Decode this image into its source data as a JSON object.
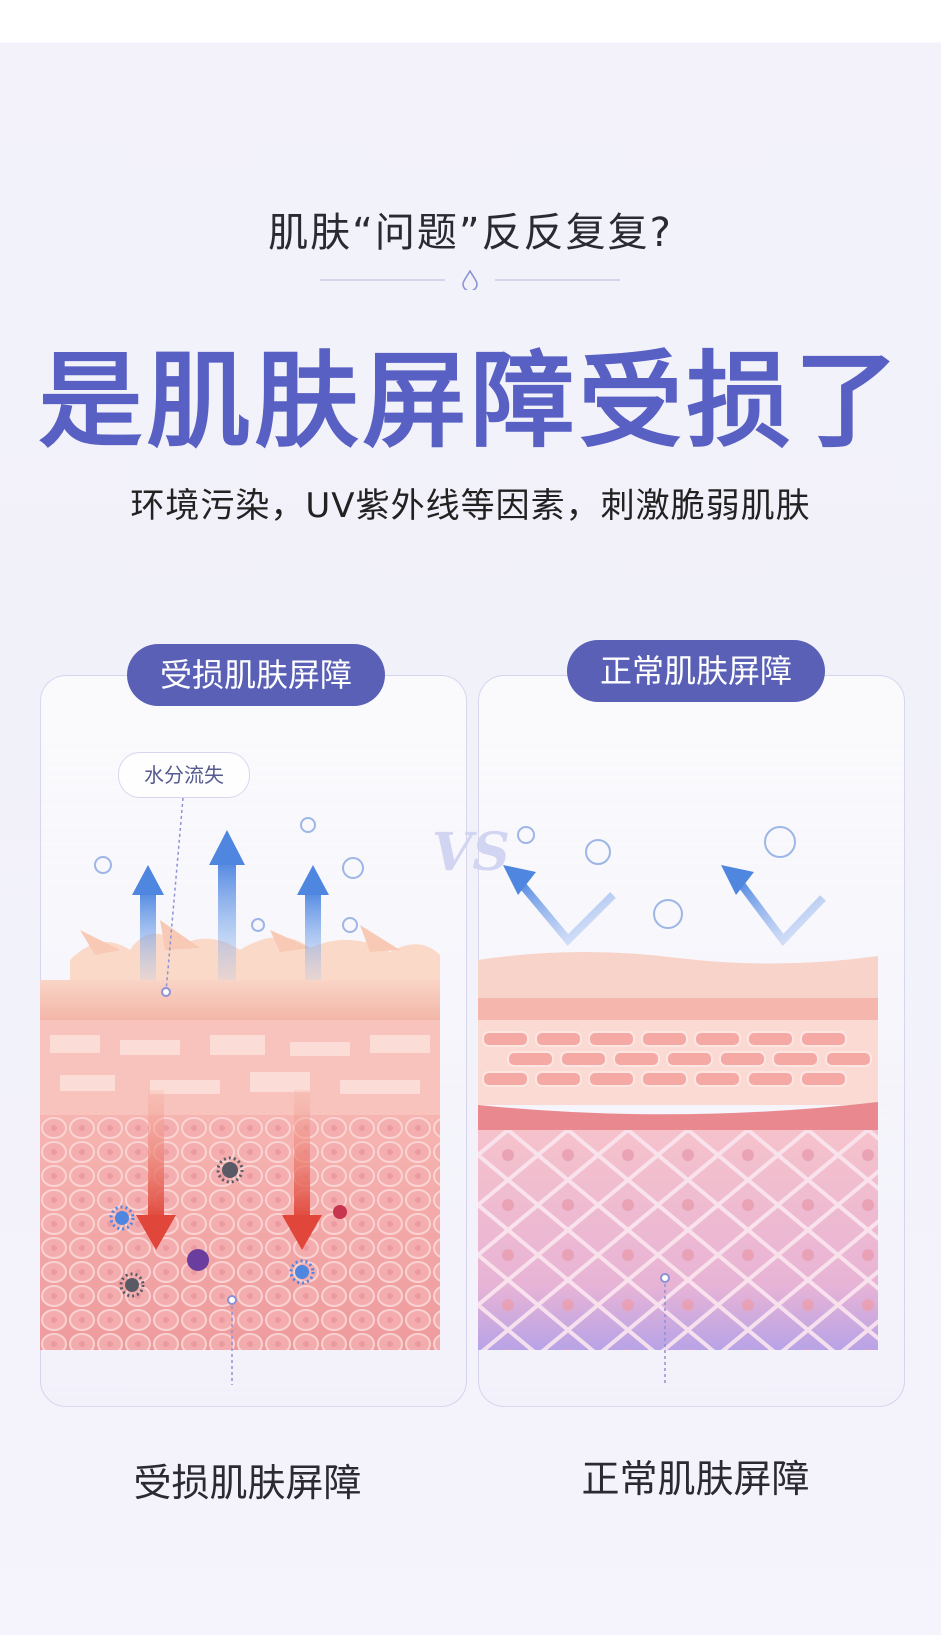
{
  "header": {
    "question": "肌肤“问题”反反复复?",
    "headline": "是肌肤屏障受损了",
    "subtitle": "环境污染，UV紫外线等因素，刺激脆弱肌肤"
  },
  "comparison": {
    "left": {
      "badge": "受损肌肤屏障",
      "callout": "水分流失",
      "caption": "受损肌肤屏障"
    },
    "vs_label": "VS",
    "right": {
      "badge": "正常肌肤屏障",
      "caption": "正常肌肤屏障"
    }
  },
  "colors": {
    "accent": "#5960c4",
    "badge_bg": "#5960b6",
    "skin_pink": "#f2a7a8",
    "arrow_red": "#e0463a",
    "arrow_blue": "#4f86e0"
  },
  "icons": [
    "water-drop-icon",
    "up-arrow-icon",
    "down-arrow-icon",
    "bacteria-icon",
    "deflect-arrow-icon"
  ]
}
